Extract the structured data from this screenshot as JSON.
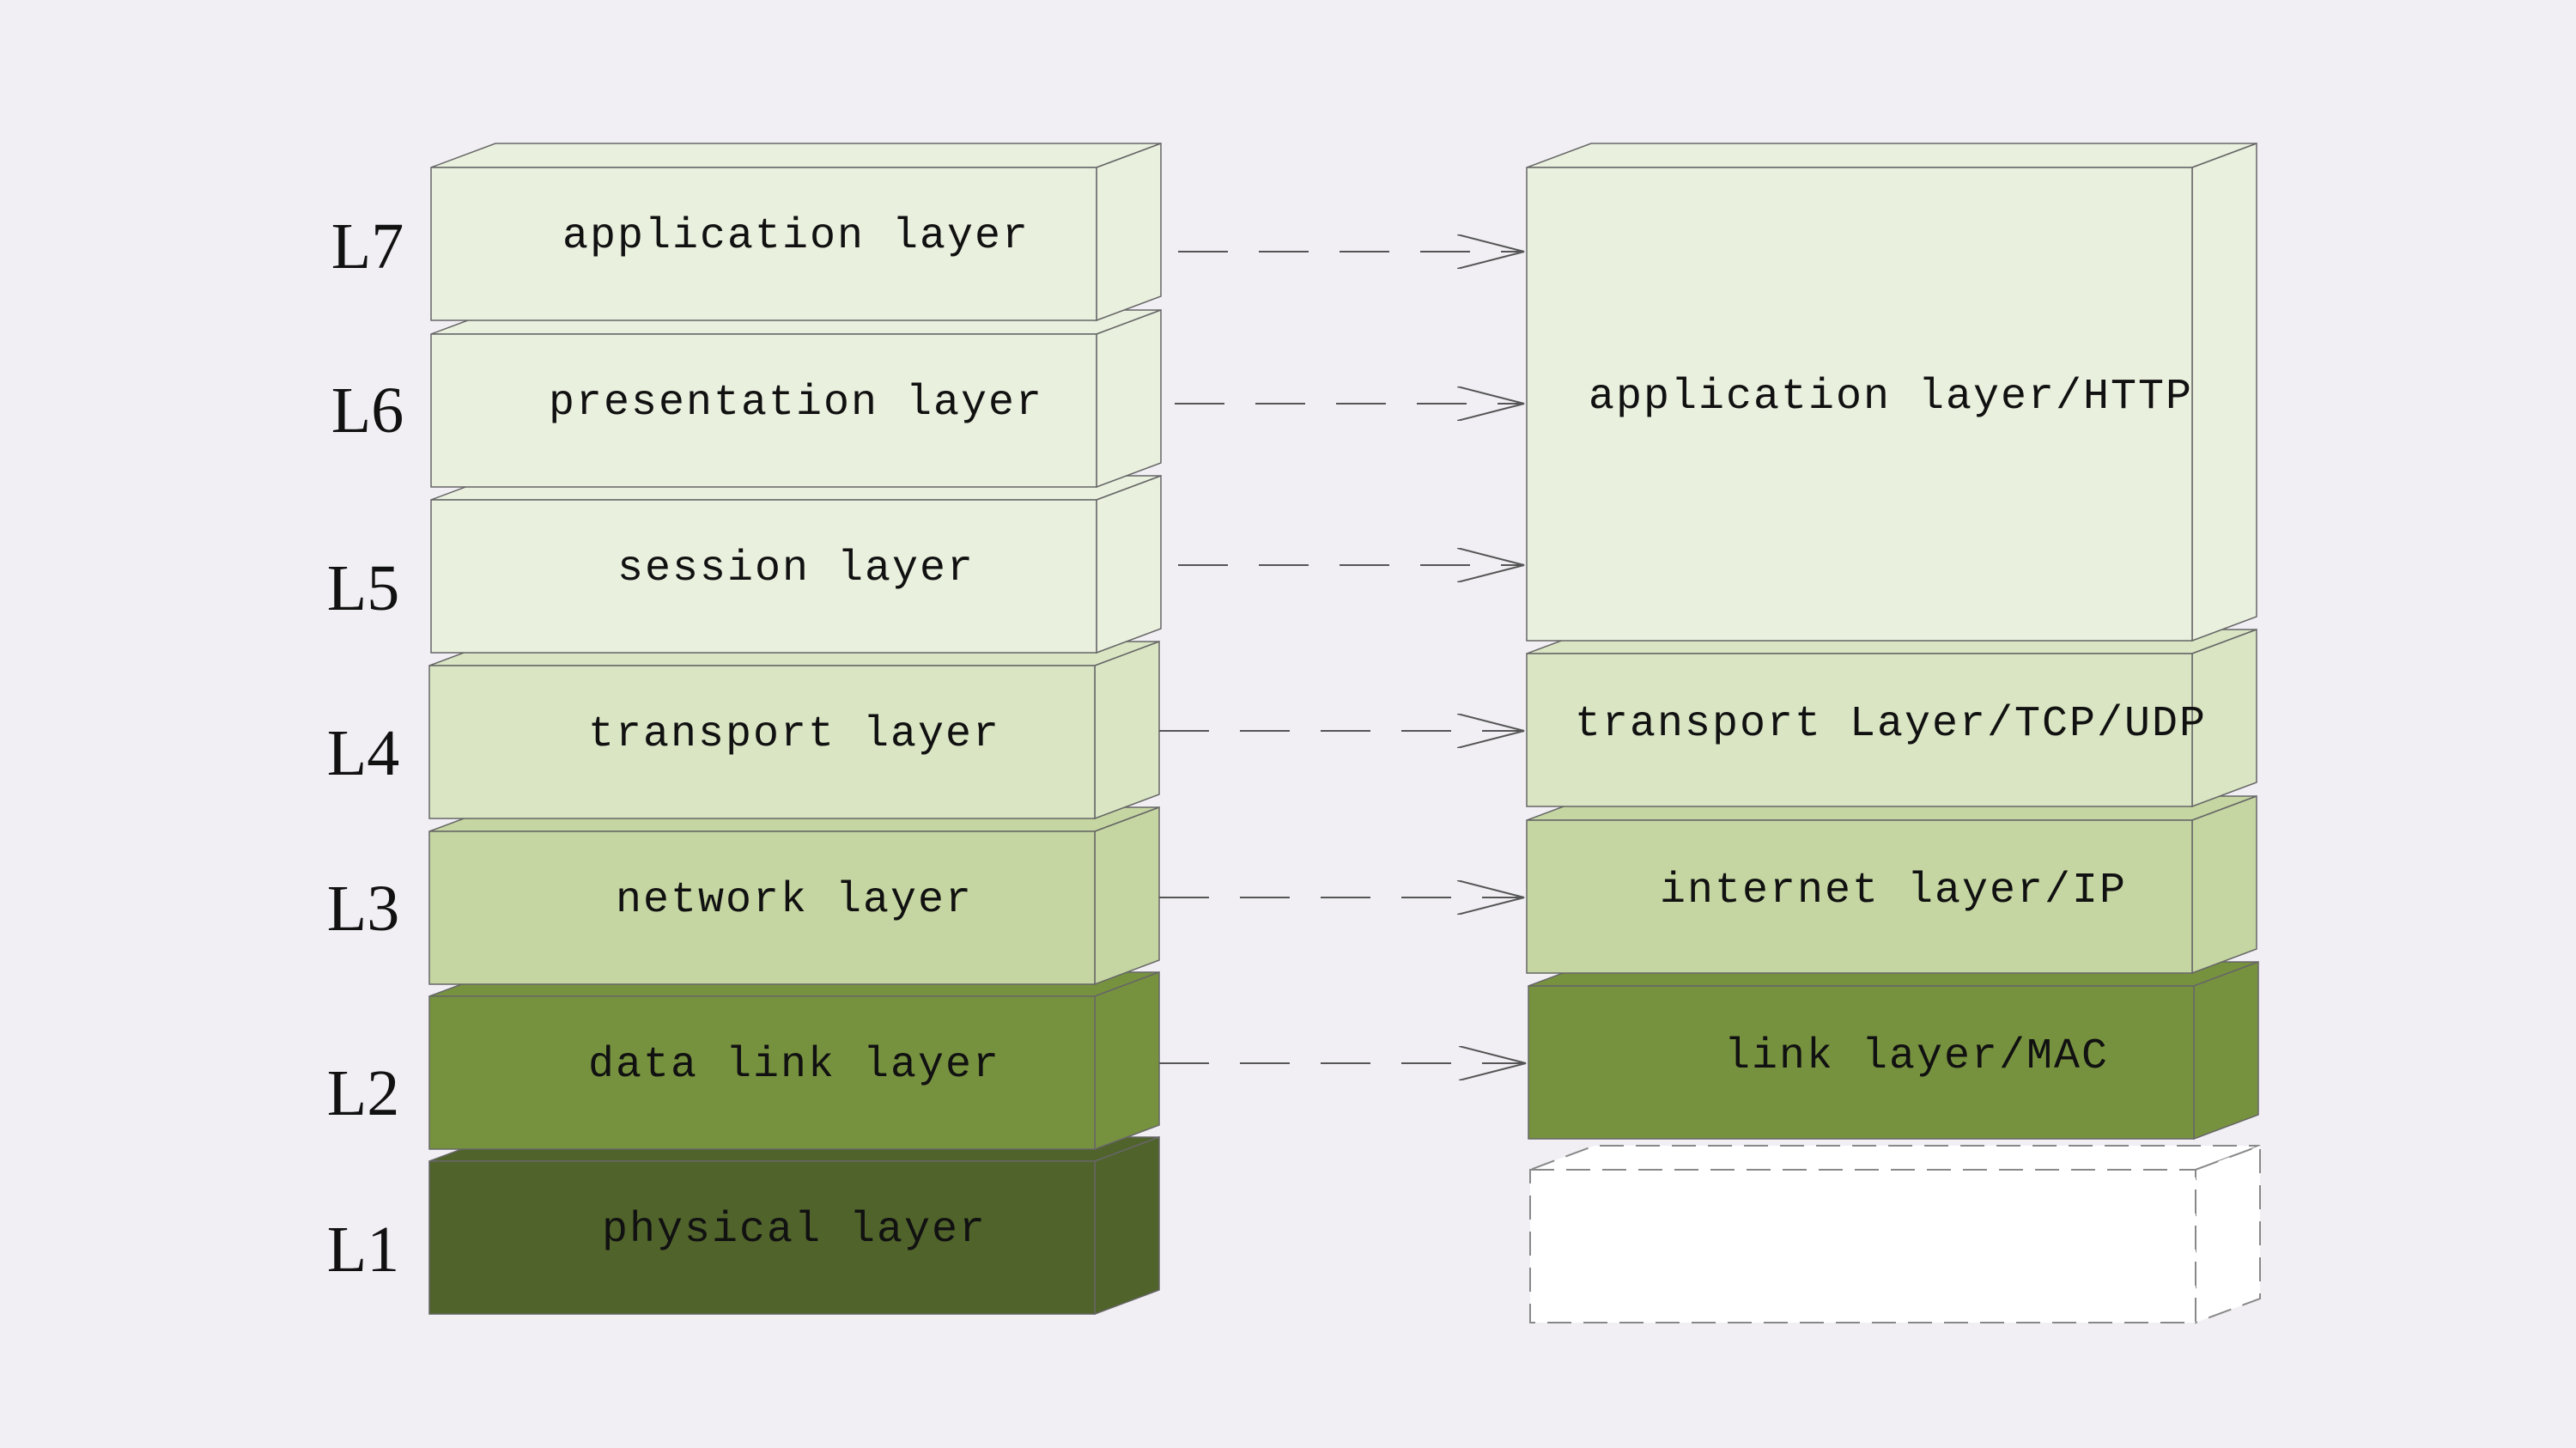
{
  "background": "#f1eff4",
  "levels": [
    "L7",
    "L6",
    "L5",
    "L4",
    "L3",
    "L2",
    "L1"
  ],
  "osi_layers": [
    {
      "name": "application layer",
      "color": "#e9f0de"
    },
    {
      "name": "presentation layer",
      "color": "#e9f0de"
    },
    {
      "name": "session layer",
      "color": "#e9f0de"
    },
    {
      "name": "transport layer",
      "color": "#d9e5c3"
    },
    {
      "name": "network layer",
      "color": "#c5d6a2"
    },
    {
      "name": "data link layer",
      "color": "#77923f"
    },
    {
      "name": "physical layer",
      "color": "#50632b"
    }
  ],
  "tcpip_layers": [
    {
      "name": "application layer/HTTP",
      "color": "#e9f0de"
    },
    {
      "name": "transport Layer/TCP/UDP",
      "color": "#d9e5c3"
    },
    {
      "name": "internet layer/IP",
      "color": "#c5d6a2"
    },
    {
      "name": "link layer/MAC",
      "color": "#77923f"
    },
    {
      "name": "",
      "color": "#ffffff",
      "dashed": true
    }
  ]
}
